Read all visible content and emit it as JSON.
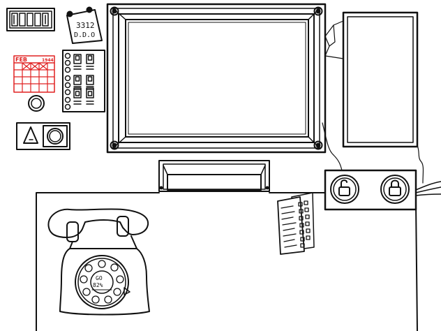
{
  "note": {
    "line1": "3312",
    "line2": "D.D.O"
  },
  "calendar": {
    "month": "FEB",
    "year": "1944"
  },
  "phone": {
    "dial_center_line1": "GO",
    "dial_center_line2": "82%"
  },
  "colors": {
    "ink": "#111111",
    "calendar_red": "#e02020",
    "paper": "#ffffff"
  },
  "icons": {
    "unlock": "unlock-icon",
    "lock": "lock-icon",
    "warning": "warning-triangle-icon"
  }
}
